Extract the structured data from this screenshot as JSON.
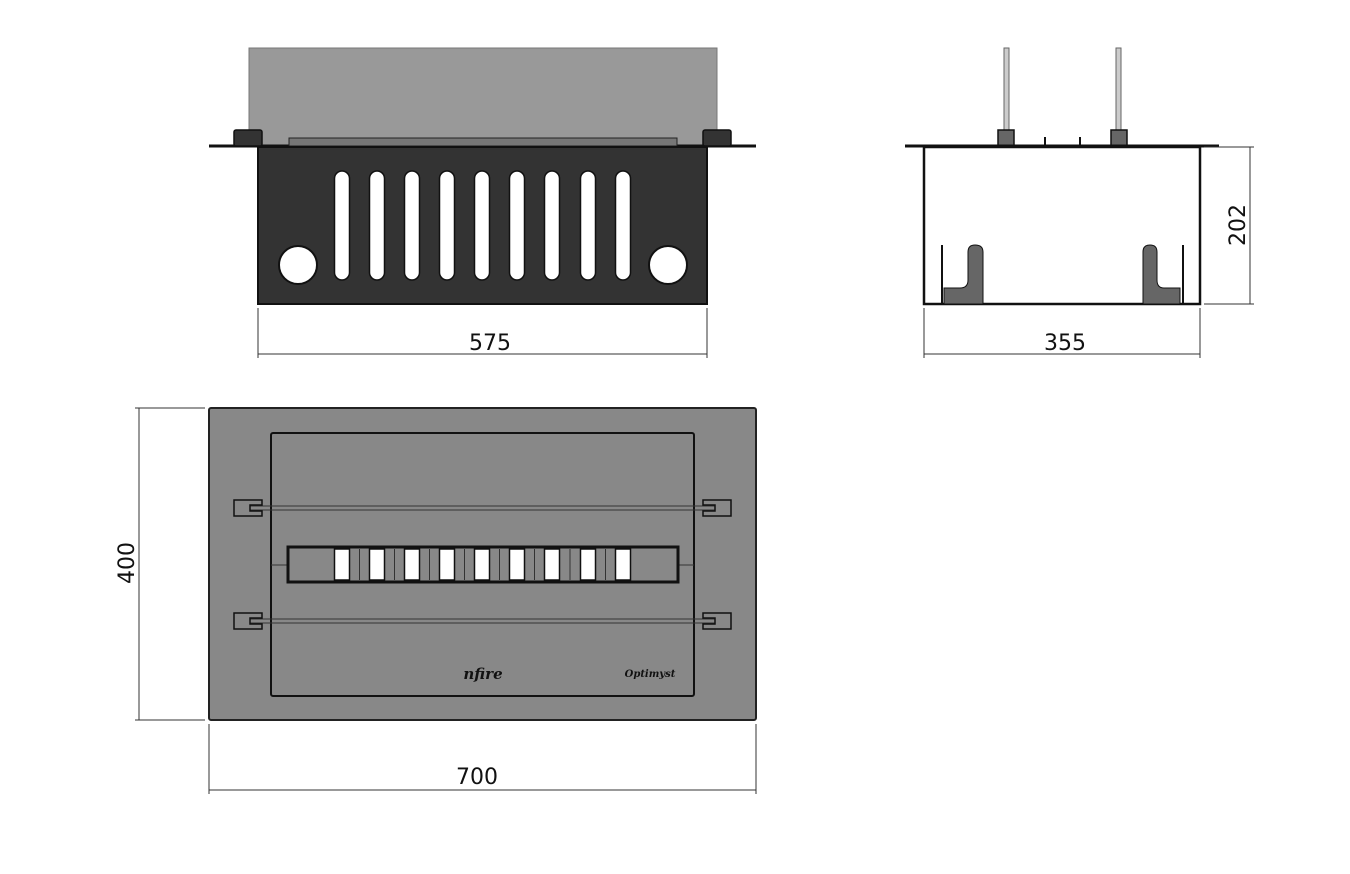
{
  "colors": {
    "plate": "#888888",
    "front": "#333333",
    "glass": "#999999",
    "line": "#111111"
  },
  "front_view": {
    "width_dim": "575"
  },
  "side_view": {
    "width_dim": "355",
    "height_dim": "202"
  },
  "top_view": {
    "width_dim": "700",
    "height_dim": "400",
    "logo_left": "nfire",
    "logo_right": "Optimyst"
  }
}
